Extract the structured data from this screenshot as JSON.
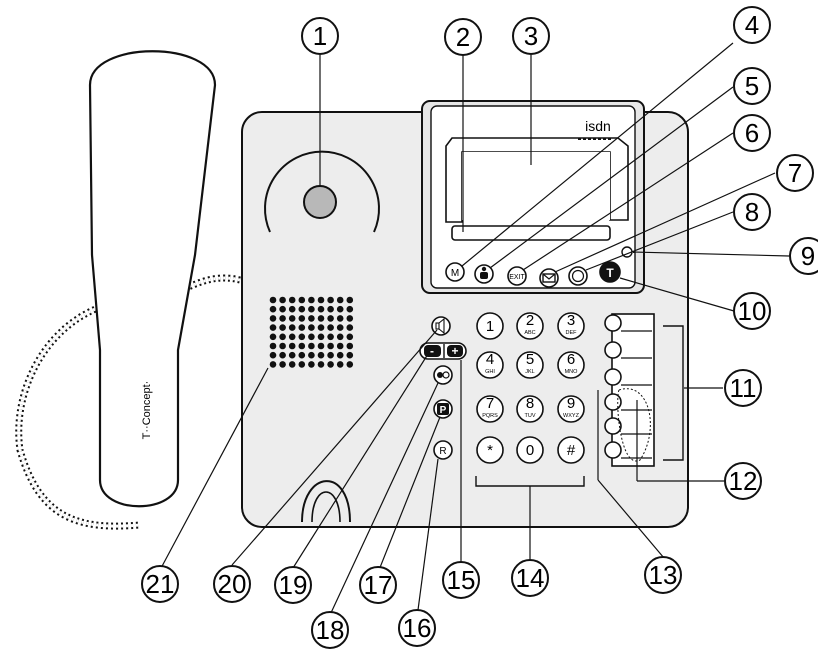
{
  "phone": {
    "brand_label": "isdn",
    "handset_brand": "T··Concept·",
    "display_keys": [
      "M",
      "i",
      "EXIT",
      "mail",
      "",
      "T"
    ],
    "side_keys": [
      "speaker",
      "-",
      "+",
      "mute",
      "P",
      "R"
    ]
  },
  "keypad": [
    {
      "digit": "1",
      "letters": ""
    },
    {
      "digit": "2",
      "letters": "ABC"
    },
    {
      "digit": "3",
      "letters": "DEF"
    },
    {
      "digit": "4",
      "letters": "GHI"
    },
    {
      "digit": "5",
      "letters": "JKL"
    },
    {
      "digit": "6",
      "letters": "MNO"
    },
    {
      "digit": "7",
      "letters": "PQRS"
    },
    {
      "digit": "8",
      "letters": "TUV"
    },
    {
      "digit": "9",
      "letters": "WXYZ"
    },
    {
      "digit": "*",
      "letters": ""
    },
    {
      "digit": "0",
      "letters": ""
    },
    {
      "digit": "#",
      "letters": ""
    }
  ],
  "callouts": [
    "1",
    "2",
    "3",
    "4",
    "5",
    "6",
    "7",
    "8",
    "9",
    "10",
    "11",
    "12",
    "13",
    "14",
    "15",
    "16",
    "17",
    "18",
    "19",
    "20",
    "21"
  ],
  "colors": {
    "line": "#111111",
    "housing": "#ededed",
    "display_frame": "#e6e6e6",
    "speaker_dot": "#111111",
    "lens": "#b8b8b8"
  }
}
